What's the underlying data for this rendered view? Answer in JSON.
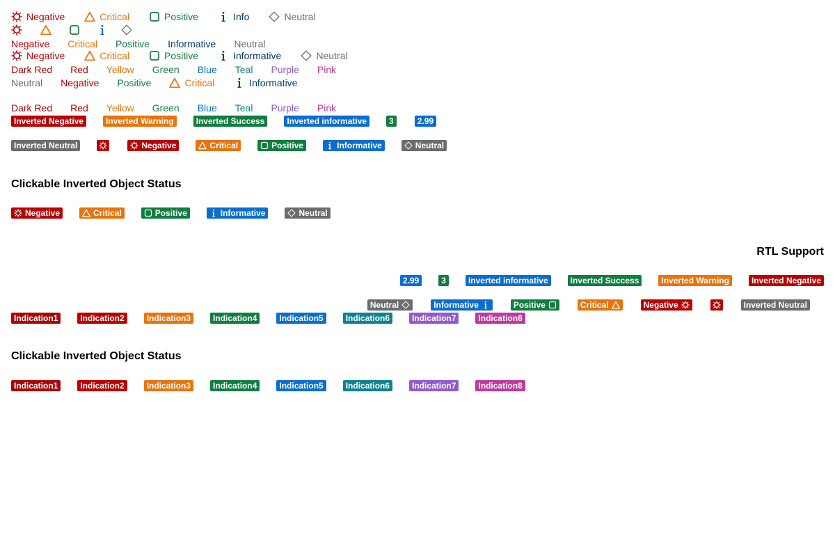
{
  "row1": {
    "negative": "Negative",
    "critical": "Critical",
    "positive": "Positive",
    "info": "Info",
    "neutral": "Neutral"
  },
  "row3": {
    "negative": "Negative",
    "critical": "Critical",
    "positive": "Positive",
    "informative": "Informative",
    "neutral": "Neutral"
  },
  "row4": {
    "negative": "Negative",
    "critical": "Critical",
    "positive": "Positive",
    "informative": "Informative",
    "neutral": "Neutral"
  },
  "colors": {
    "dark_red": "Dark Red",
    "red": "Red",
    "yellow": "Yellow",
    "green": "Green",
    "blue": "Blue",
    "teal": "Teal",
    "purple": "Purple",
    "pink": "Pink"
  },
  "row6": {
    "neutral": "Neutral",
    "negative": "Negative",
    "positive": "Positive",
    "critical": "Critical",
    "informative": "Informative"
  },
  "inverted": {
    "negative": "Inverted Negative",
    "warning": "Inverted Warning",
    "success": "Inverted Success",
    "informative": "Inverted informative",
    "num_int": "3",
    "num_dec": "2.99",
    "neutral": "Inverted Neutral",
    "neg": "Negative",
    "crit": "Critical",
    "pos": "Positive",
    "inf": "Informative",
    "neu": "Neutral"
  },
  "section1_title": "Clickable Inverted Object Status",
  "clickable": {
    "negative": "Negative",
    "critical": "Critical",
    "positive": "Positive",
    "informative": "Informative",
    "neutral": "Neutral"
  },
  "rtl_title": "RTL Support",
  "rtl": {
    "num_dec": "2.99",
    "num_int": "3",
    "informative": "Inverted informative",
    "success": "Inverted Success",
    "warning": "Inverted Warning",
    "negative": "Inverted Negative",
    "neutral_label": "Neutral",
    "informative_label": "Informative",
    "positive_label": "Positive",
    "critical_label": "Critical",
    "negative_label": "Negative",
    "inverted_neutral": "Inverted Neutral"
  },
  "indications": [
    "Indication1",
    "Indication2",
    "Indication3",
    "Indication4",
    "Indication5",
    "Indication6",
    "Indication7",
    "Indication8"
  ],
  "section2_title": "Clickable Inverted Object Status",
  "indications_clickable": [
    "Indication1",
    "Indication2",
    "Indication3",
    "Indication4",
    "Indication5",
    "Indication6",
    "Indication7",
    "Indication8"
  ]
}
